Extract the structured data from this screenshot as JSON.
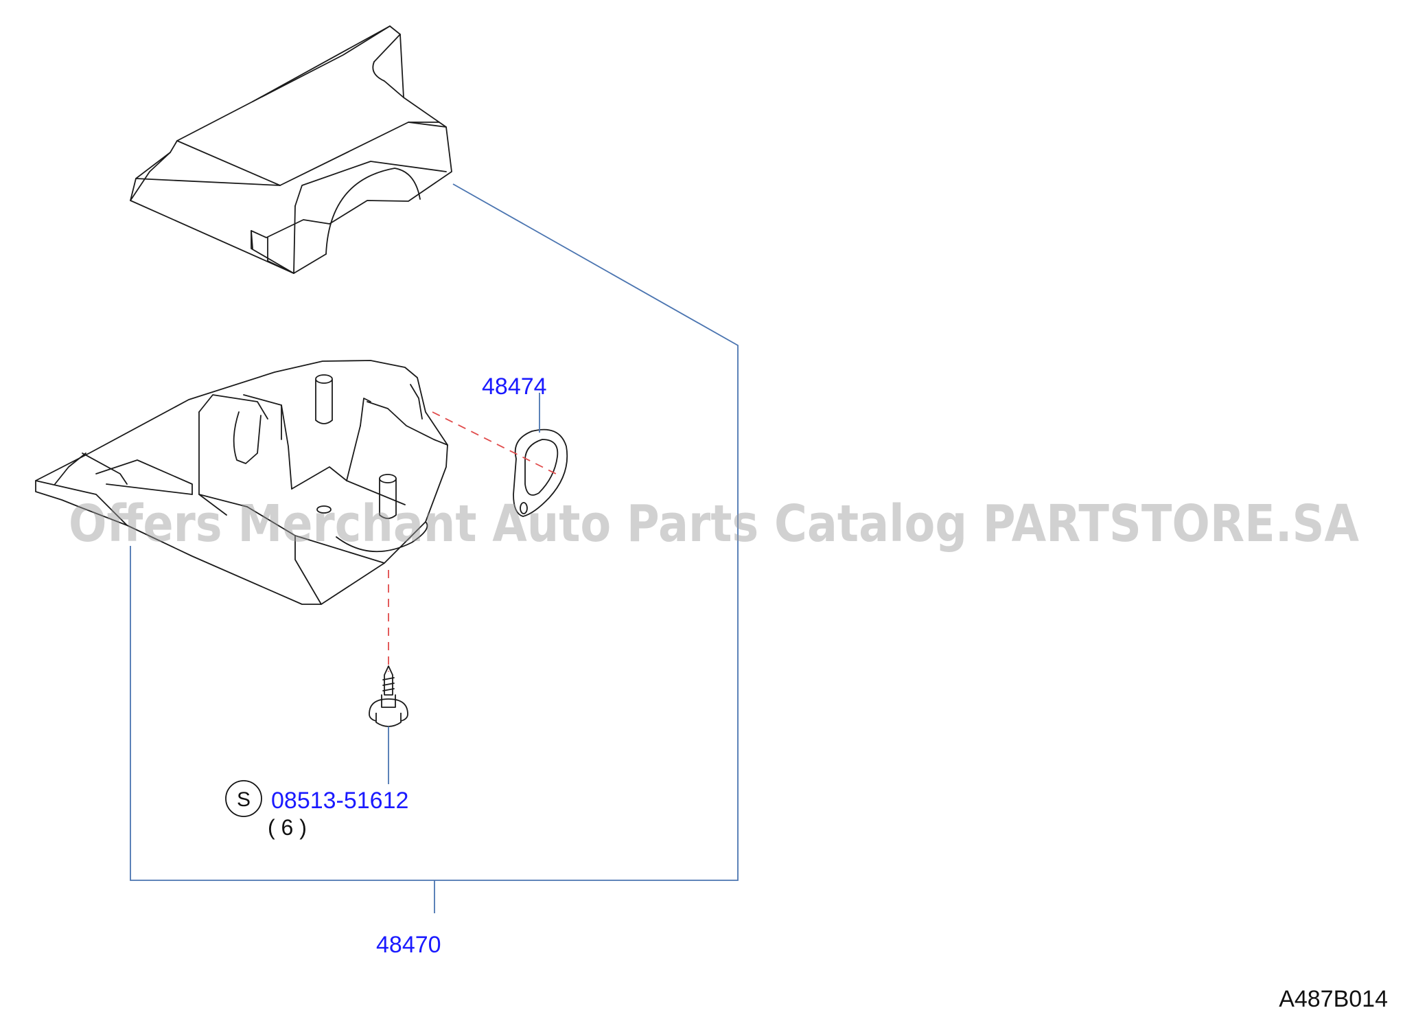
{
  "parts": {
    "assembly_number": "48470",
    "seal_number": "48474",
    "screw": {
      "symbol": "S",
      "number": "08513-51612",
      "quantity": "( 6 )"
    }
  },
  "watermark": "Offers Merchant Auto Parts Catalog PARTSTORE.SA",
  "diagram_reference": "A487B014",
  "colors": {
    "part_number_text": "#1a1aff",
    "leader_line": "#4a74b0",
    "dashed_guide": "#e04a4a",
    "outline": "#1a1a1a",
    "watermark": "#9a9a9a"
  }
}
